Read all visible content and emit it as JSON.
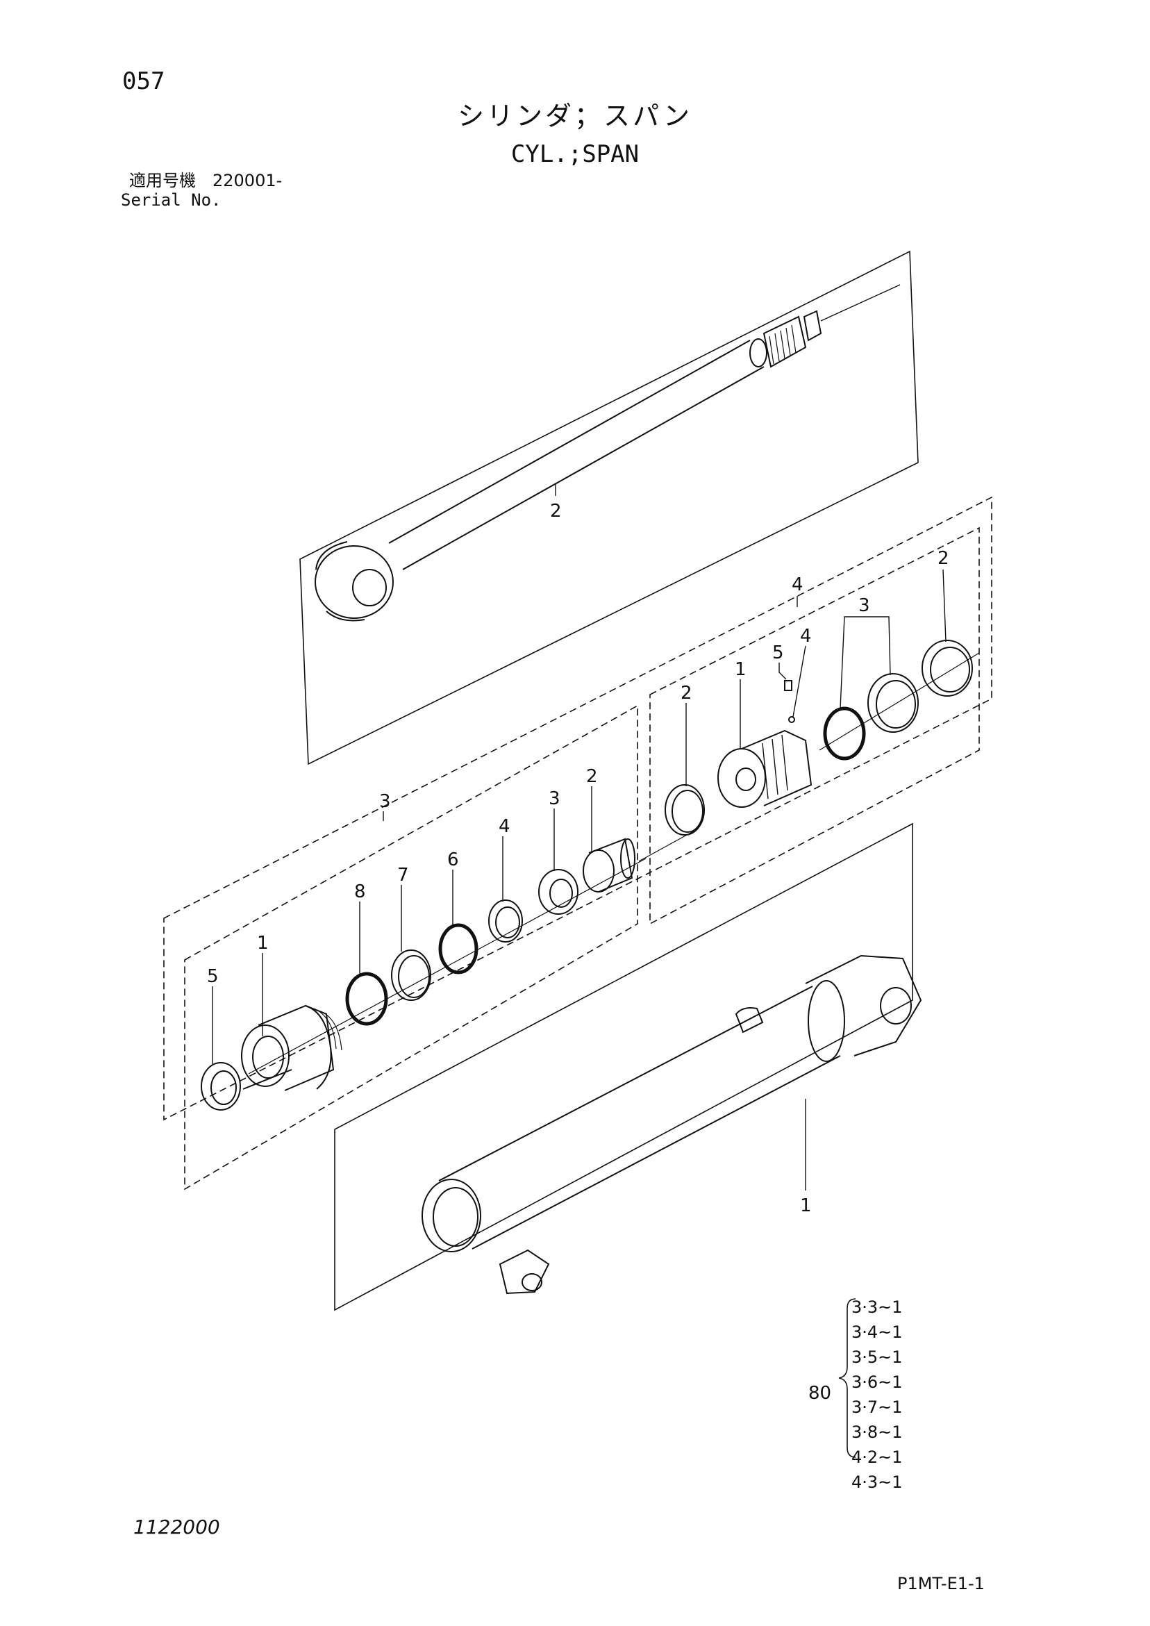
{
  "page_number": "057",
  "title_jp": "シリンダ；スパン",
  "title_en": "CYL.;SPAN",
  "serial_label_jp": "適用号機　220001-",
  "serial_label_en": "Serial No.",
  "callouts": {
    "rod": "2",
    "cylinder_tube": "1",
    "group_head": "3",
    "group_piston": "4",
    "head_1": "1",
    "head_2": "2",
    "head_3": "3",
    "head_4": "4",
    "head_5": "5",
    "head_6": "6",
    "head_7": "7",
    "head_8": "8",
    "piston_1": "1",
    "piston_2a": "2",
    "piston_2b": "2",
    "piston_3": "3",
    "piston_4": "4",
    "piston_5": "5"
  },
  "kit": {
    "number": "80",
    "items": [
      "3·3~1",
      "3·4~1",
      "3·5~1",
      "3·6~1",
      "3·7~1",
      "3·8~1",
      "4·2~1",
      "4·3~1"
    ]
  },
  "footer_code": "1122000",
  "footer_ref": "P1MT-E1-1"
}
